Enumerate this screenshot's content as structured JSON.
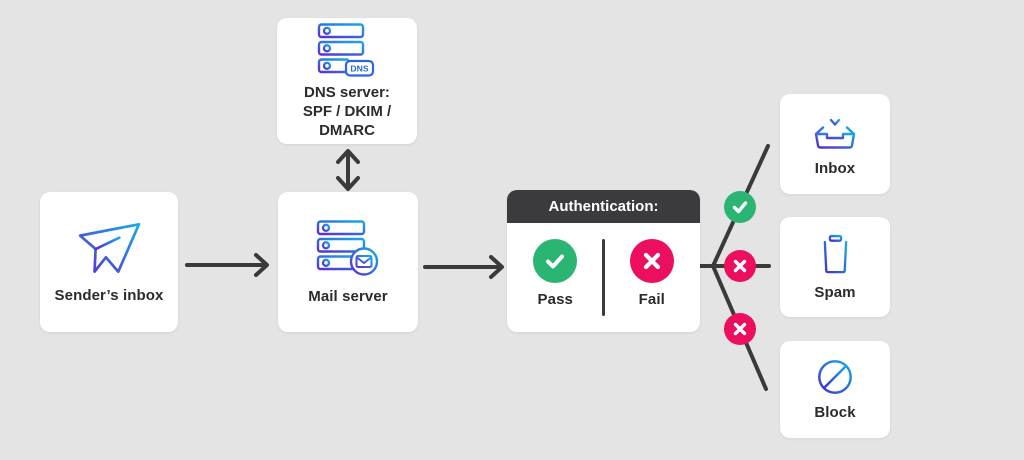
{
  "colors": {
    "background": "#e4e4e4",
    "card": "#ffffff",
    "line": "#3a3a3a",
    "auth_header": "#3b3b3d",
    "pass_green": "#2bb573",
    "fail_pink": "#ec0e5f",
    "icon_gradient_start": "#5a2fd0",
    "icon_gradient_end": "#16aae9",
    "dns_badge_blue": "#2e66e0",
    "text": "#2b2b2b"
  },
  "nodes": {
    "sender": {
      "label": "Sender’s inbox"
    },
    "dns": {
      "line1": "DNS server:",
      "line2": "SPF / DKIM /",
      "line3": "DMARC",
      "icon_badge": "DNS"
    },
    "mail": {
      "label": "Mail server"
    },
    "auth": {
      "header": "Authentication:",
      "pass_label": "Pass",
      "fail_label": "Fail"
    },
    "outcomes": {
      "inbox_label": "Inbox",
      "spam_label": "Spam",
      "block_label": "Block"
    }
  },
  "icons": {
    "sender": "paper-plane-icon",
    "dns": "server-stack-dns-icon",
    "mail": "server-stack-mail-icon",
    "pass": "check-circle-icon",
    "fail": "x-circle-icon",
    "inbox": "inbox-tray-icon",
    "spam": "trash-icon",
    "block": "prohibition-icon",
    "flow": [
      "arrow-right-icon",
      "arrow-up-down-icon"
    ]
  }
}
